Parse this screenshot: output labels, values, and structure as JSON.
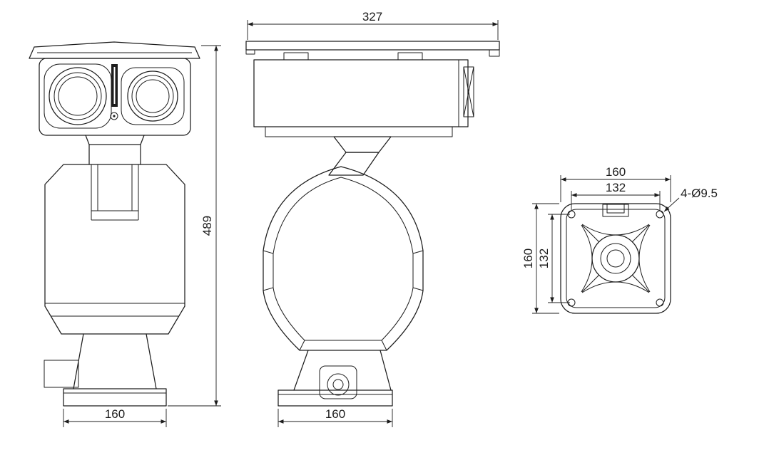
{
  "drawing": {
    "background": "#ffffff",
    "line_color": "#1d1d1d",
    "front_view": {
      "height": "489",
      "base_width": "160"
    },
    "side_view": {
      "top_width": "327",
      "base_width": "160"
    },
    "base_view": {
      "outer_width": "160",
      "inner_width": "132",
      "outer_height": "160",
      "inner_height": "132",
      "hole_callout": "4-Ø9.5"
    }
  }
}
